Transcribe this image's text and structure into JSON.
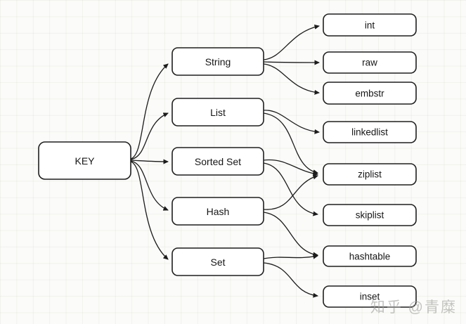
{
  "diagram": {
    "nodes": {
      "key": {
        "label": "KEY"
      },
      "string": {
        "label": "String"
      },
      "list": {
        "label": "List"
      },
      "sorted_set": {
        "label": "Sorted Set"
      },
      "hash": {
        "label": "Hash"
      },
      "set": {
        "label": "Set"
      },
      "int": {
        "label": "int"
      },
      "raw": {
        "label": "raw"
      },
      "embstr": {
        "label": "embstr"
      },
      "linkedlist": {
        "label": "linkedlist"
      },
      "ziplist": {
        "label": "ziplist"
      },
      "skiplist": {
        "label": "skiplist"
      },
      "hashtable": {
        "label": "hashtable"
      },
      "inset": {
        "label": "inset"
      }
    },
    "edges": [
      {
        "from": "KEY",
        "to": "String"
      },
      {
        "from": "KEY",
        "to": "List"
      },
      {
        "from": "KEY",
        "to": "Sorted Set"
      },
      {
        "from": "KEY",
        "to": "Hash"
      },
      {
        "from": "KEY",
        "to": "Set"
      },
      {
        "from": "String",
        "to": "int"
      },
      {
        "from": "String",
        "to": "raw"
      },
      {
        "from": "String",
        "to": "embstr"
      },
      {
        "from": "List",
        "to": "linkedlist"
      },
      {
        "from": "List",
        "to": "ziplist"
      },
      {
        "from": "Sorted Set",
        "to": "ziplist"
      },
      {
        "from": "Sorted Set",
        "to": "skiplist"
      },
      {
        "from": "Hash",
        "to": "ziplist"
      },
      {
        "from": "Hash",
        "to": "hashtable"
      },
      {
        "from": "Set",
        "to": "hashtable"
      },
      {
        "from": "Set",
        "to": "inset"
      }
    ],
    "colors": {
      "node_fill": "#ffffff",
      "node_stroke": "#1f1f1f",
      "edge_stroke": "#1c1c1c",
      "background": "#fbfbf9",
      "watermark_text": "#a0a09c"
    }
  },
  "watermark": {
    "text": "知乎 @青糜"
  }
}
